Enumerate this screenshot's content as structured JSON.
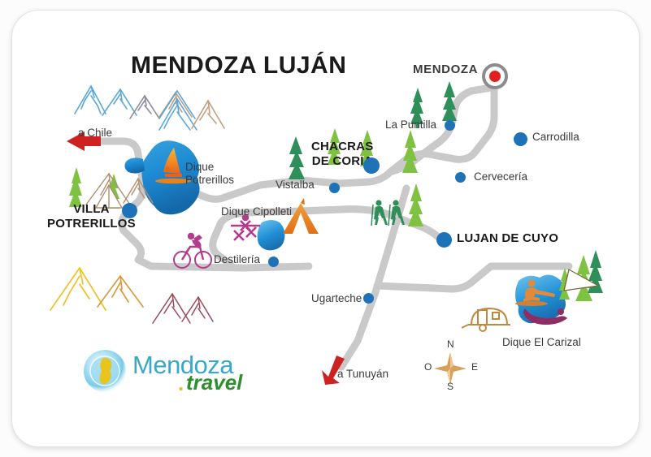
{
  "map": {
    "title": "MENDOZA LUJÁN",
    "colors": {
      "road": "#c9c9c9",
      "dot_blue": "#1d72b8",
      "marker_red": "#e02020",
      "marker_ring": "#8c8c8c",
      "arrow_red": "#cc2222",
      "water_blue": "#1f8fd6",
      "tree_dark_green": "#2f8f5b",
      "tree_light_green": "#7fc242",
      "tent_orange": "#e8821e",
      "compass_tan": "#d9a05b",
      "text": "#2b2b2b"
    },
    "capital": {
      "label": "MENDOZA",
      "marker": "capital-marker-red"
    },
    "major_places": [
      {
        "label": "CHACRAS\nDE CORIA",
        "line1": "CHACRAS",
        "line2": "DE CORIA"
      },
      {
        "label": "VILLA\nPOTRERILLOS",
        "line1": "VILLA",
        "line2": "POTRERILLOS"
      },
      {
        "label": "LUJAN DE CUYO",
        "line1": "LUJAN DE CUYO",
        "line2": ""
      }
    ],
    "places": [
      {
        "label": "La Puntilla"
      },
      {
        "label": "Carrodilla"
      },
      {
        "label": "Cervecería"
      },
      {
        "label": "Vistalba"
      },
      {
        "label": "Destilería"
      },
      {
        "label": "Ugarteche"
      }
    ],
    "water_features": [
      {
        "label": "Dique\nPotrerillos",
        "line1": "Dique",
        "line2": "Potrerillos"
      },
      {
        "label": "Dique Cipolleti",
        "line1": "Dique Cipolleti",
        "line2": ""
      },
      {
        "label": "Dique El Carizal",
        "line1": "Dique El Carizal",
        "line2": ""
      }
    ],
    "directions": [
      {
        "label": "a Chile",
        "arrow": "arrow-left-red"
      },
      {
        "label": "a Tunuyán",
        "arrow": "arrow-down-red"
      }
    ],
    "compass": {
      "north": "N",
      "south": "S",
      "east": "E",
      "west": "O"
    },
    "logo": {
      "word1": "Mendoza",
      "dot": ".",
      "word2": "travel",
      "globe": "globe-icon"
    },
    "icons": [
      "windsurfer-icon",
      "cyclist-icon",
      "picnic-table-icon",
      "tent-icon",
      "hikers-icon",
      "caravan-icon",
      "water-skier-icon",
      "paraglider-icon",
      "pine-tree-icon",
      "mountain-icon"
    ]
  }
}
